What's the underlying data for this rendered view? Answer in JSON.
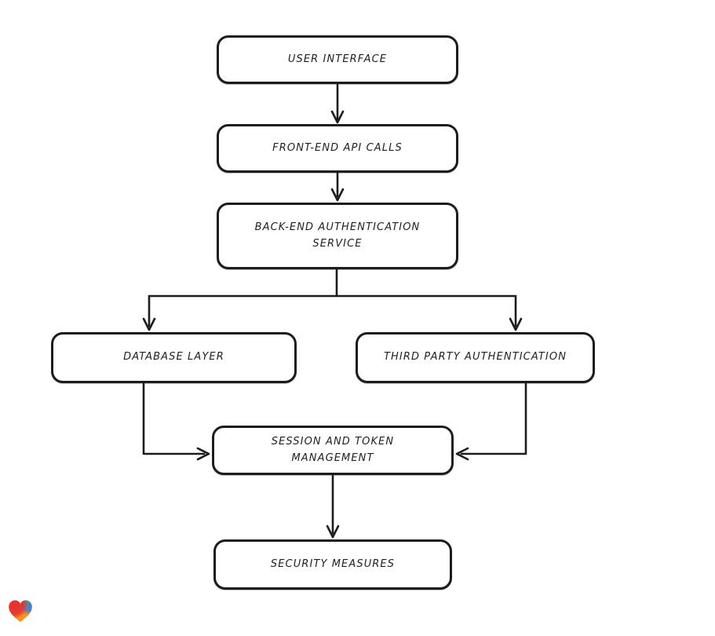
{
  "diagram": {
    "type": "flowchart",
    "style": "hand-drawn",
    "nodes": [
      {
        "id": "user-interface",
        "label": "USER INTERFACE"
      },
      {
        "id": "front-end-api-calls",
        "label": "FRONT-END API CALLS"
      },
      {
        "id": "back-end-auth-service",
        "label": "BACK-END AUTHENTICATION SERVICE"
      },
      {
        "id": "database-layer",
        "label": "DATABASE LAYER"
      },
      {
        "id": "third-party-auth",
        "label": "THIRD PARTY AUTHENTICATION"
      },
      {
        "id": "session-token-management",
        "label": "SESSION AND TOKEN MANAGEMENT"
      },
      {
        "id": "security-measures",
        "label": "SECURITY MEASURES"
      }
    ],
    "edges": [
      {
        "from": "user-interface",
        "to": "front-end-api-calls"
      },
      {
        "from": "front-end-api-calls",
        "to": "back-end-auth-service"
      },
      {
        "from": "back-end-auth-service",
        "to": "database-layer"
      },
      {
        "from": "back-end-auth-service",
        "to": "third-party-auth"
      },
      {
        "from": "database-layer",
        "to": "session-token-management"
      },
      {
        "from": "third-party-auth",
        "to": "session-token-management"
      },
      {
        "from": "session-token-management",
        "to": "security-measures"
      }
    ],
    "colors": {
      "stroke": "#1c1c1c",
      "background": "#ffffff"
    },
    "logo": {
      "name": "gradient-heart",
      "colors": [
        "#e62e32",
        "#f7941d",
        "#3fae6e",
        "#3a7de0"
      ]
    }
  }
}
